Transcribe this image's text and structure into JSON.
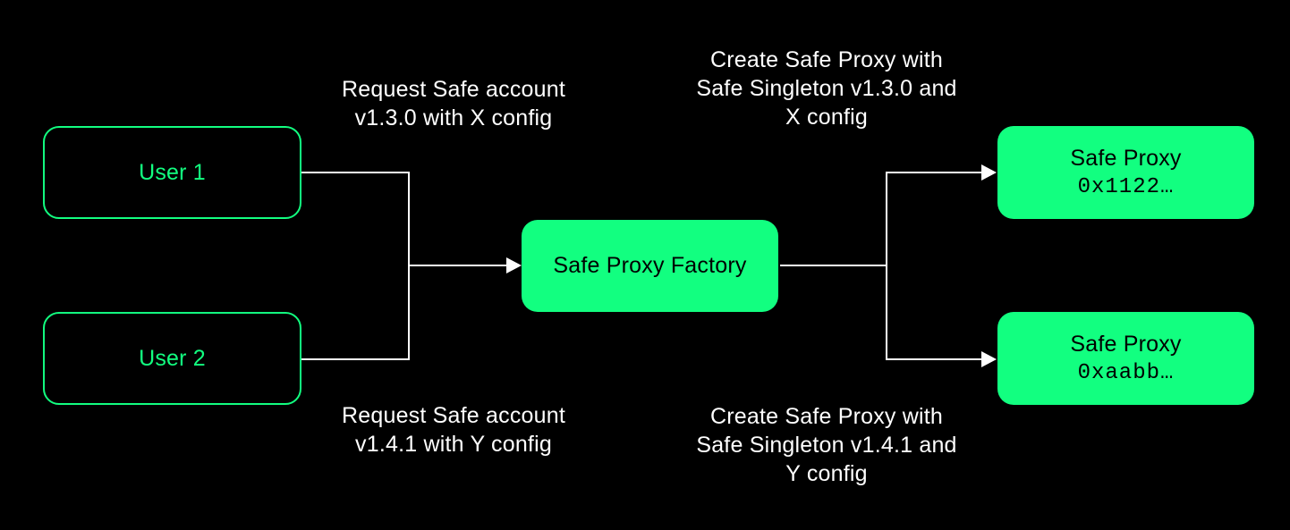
{
  "diagram": {
    "colors": {
      "background": "#000000",
      "accent_green": "#12FF80",
      "connector_line": "#FFFFFF",
      "annotation_text": "#FFFFFF",
      "filled_node_text": "#000000"
    },
    "nodes": {
      "user1": {
        "label": "User 1"
      },
      "user2": {
        "label": "User 2"
      },
      "factory": {
        "label": "Safe Proxy Factory"
      },
      "proxy1": {
        "title": "Safe Proxy",
        "address": "0x1122…"
      },
      "proxy2": {
        "title": "Safe Proxy",
        "address": "0xaabb…"
      }
    },
    "annotations": {
      "request_v130": {
        "lines": [
          "Request Safe account",
          "v1.3.0 with X config"
        ]
      },
      "create_v130": {
        "lines": [
          "Create Safe Proxy with",
          "Safe Singleton v1.3.0 and",
          "X config"
        ]
      },
      "request_v141": {
        "lines": [
          "Request Safe account",
          "v1.4.1 with Y config"
        ]
      },
      "create_v141": {
        "lines": [
          "Create Safe Proxy with",
          "Safe Singleton v1.4.1 and",
          "Y config"
        ]
      }
    }
  }
}
